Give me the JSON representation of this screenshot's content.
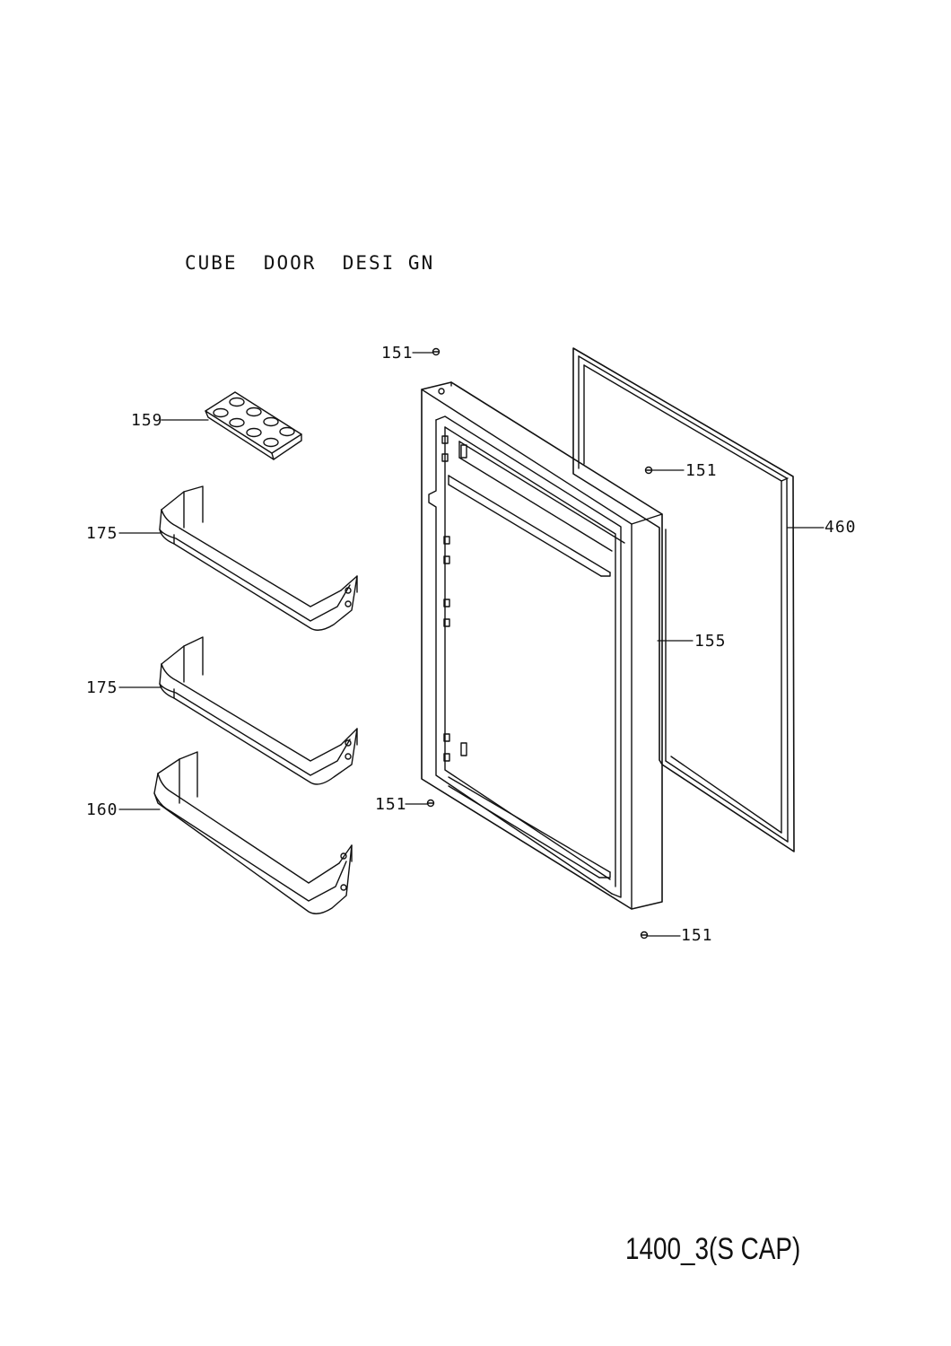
{
  "title": "CUBE  DOOR  DESI GN",
  "footer": "1400_3(S CAP)",
  "callouts": {
    "screw_top": "151",
    "egg_tray": "159",
    "screw_right_upper": "151",
    "shelf_upper": "175",
    "gasket": "460",
    "door_liner": "155",
    "shelf_middle": "175",
    "screw_left_lower": "151",
    "bottle_shelf": "160",
    "screw_bottom": "151"
  }
}
